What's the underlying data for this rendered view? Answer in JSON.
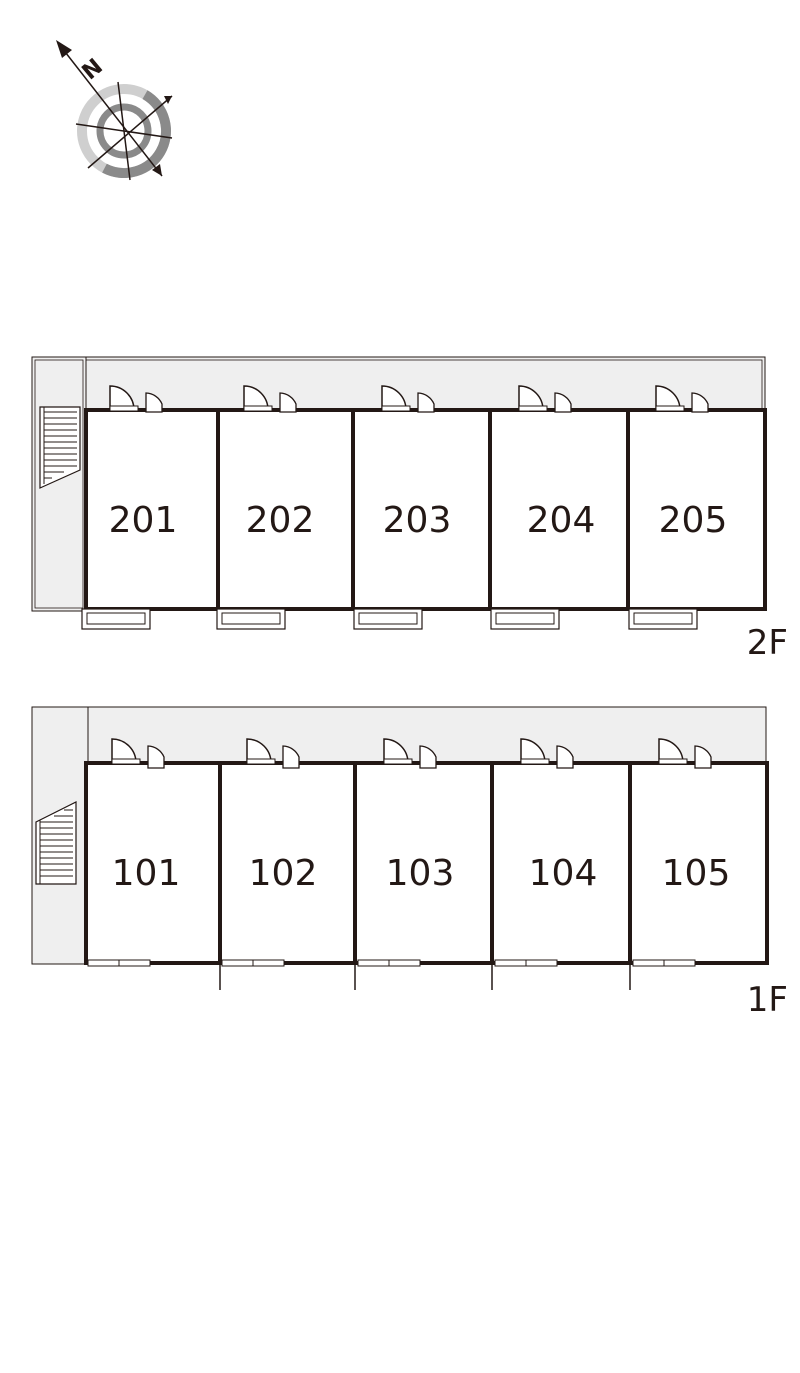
{
  "compass": {
    "north_label": "N",
    "icon": "compass-rose-icon"
  },
  "floors": [
    {
      "id": "2F",
      "label": "2F",
      "units": [
        "201",
        "202",
        "203",
        "204",
        "205"
      ]
    },
    {
      "id": "1F",
      "label": "1F",
      "units": [
        "101",
        "102",
        "103",
        "104",
        "105"
      ]
    }
  ],
  "colors": {
    "wall": "#231815",
    "corridor": "#efefef",
    "background": "#ffffff",
    "compass_ring": "#888888"
  }
}
